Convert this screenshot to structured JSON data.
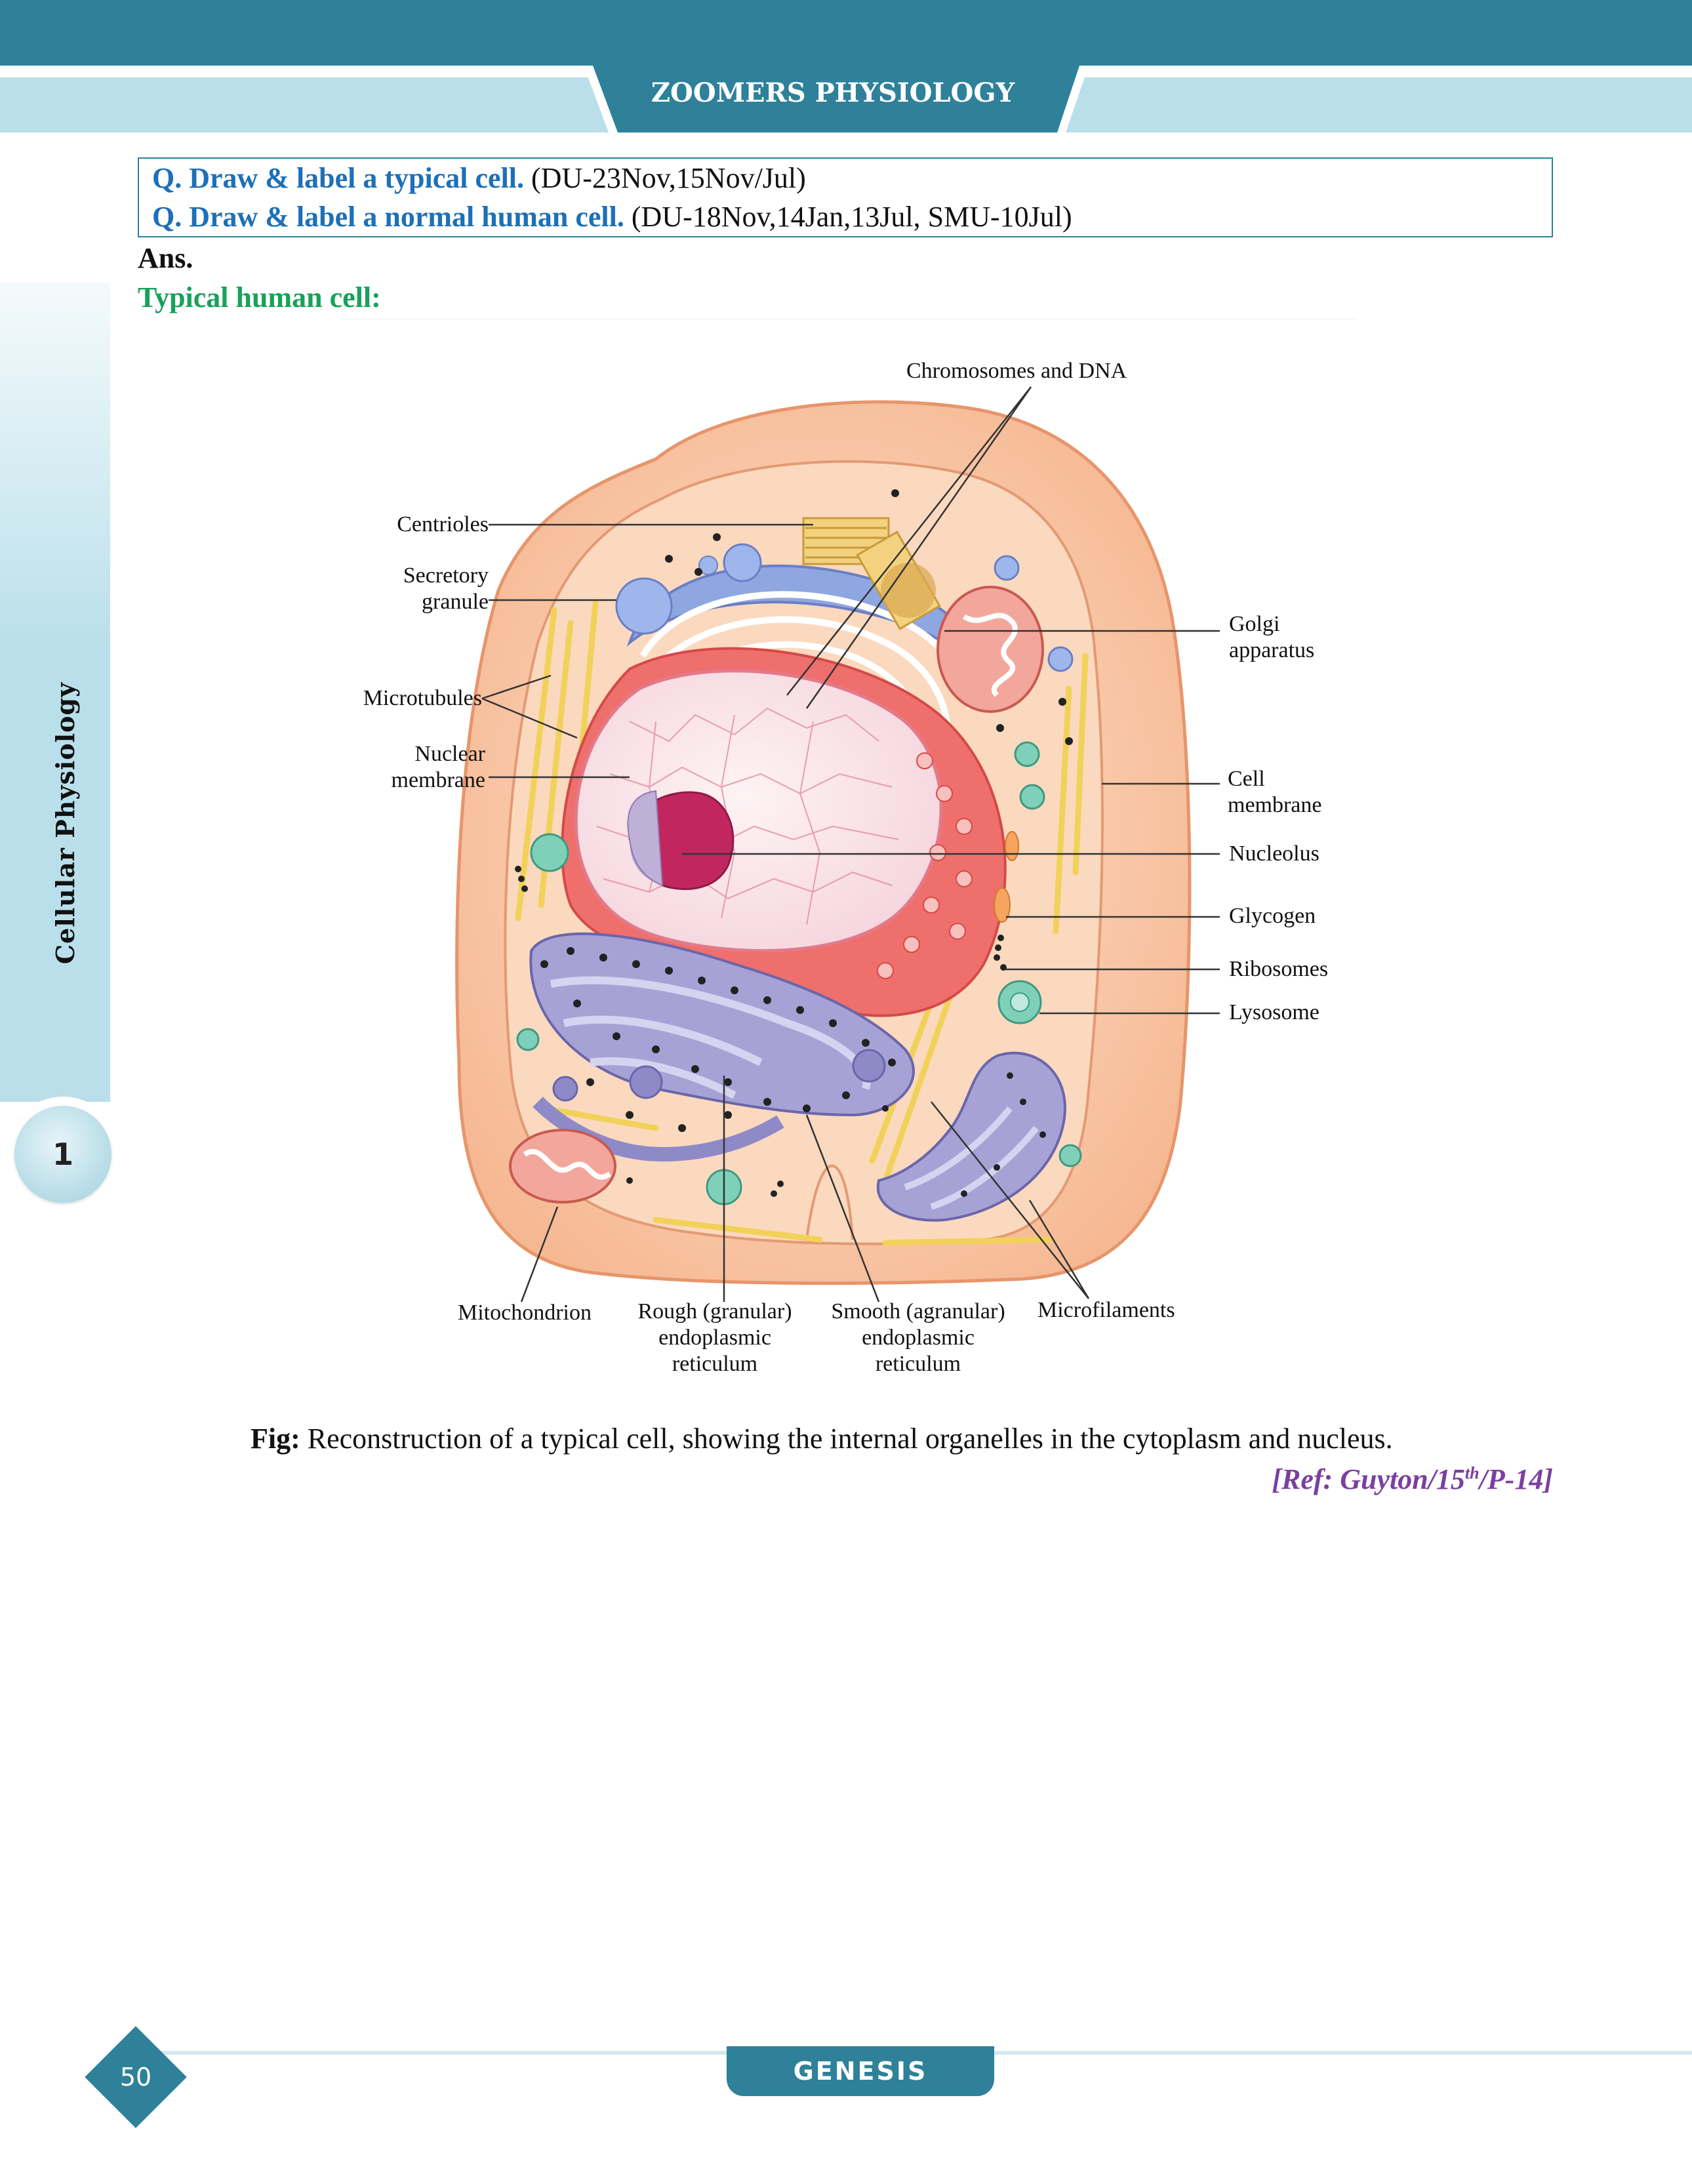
{
  "header": {
    "title": "ZOOMERS PHYSIOLOGY"
  },
  "side_tab": {
    "section": "Cellular Physiology",
    "chapter_number": "1"
  },
  "questions": [
    {
      "bold": "Q. Draw & label a typical cell.",
      "ref": " (DU-23Nov,15Nov/Jul)"
    },
    {
      "bold": "Q. Draw & label a normal human cell.",
      "ref": " (DU-18Nov,14Jan,13Jul, SMU-10Jul)"
    }
  ],
  "answer_label": "Ans.",
  "subheading": "Typical human cell:",
  "figure": {
    "labels": {
      "chromosomes": "Chromosomes and DNA",
      "centrioles": "Centrioles",
      "secretory_1": "Secretory",
      "secretory_2": "granule",
      "microtubules": "Microtubules",
      "nuclear_1": "Nuclear",
      "nuclear_2": "membrane",
      "golgi_1": "Golgi",
      "golgi_2": "apparatus",
      "cell_membrane_1": "Cell",
      "cell_membrane_2": "membrane",
      "nucleolus": "Nucleolus",
      "glycogen": "Glycogen",
      "ribosomes": "Ribosomes",
      "lysosome": "Lysosome",
      "mitochondrion": "Mitochondrion",
      "rough_er_1": "Rough (granular)",
      "rough_er_2": "endoplasmic",
      "rough_er_3": "reticulum",
      "smooth_er_1": "Smooth (agranular)",
      "smooth_er_2": "endoplasmic",
      "smooth_er_3": "reticulum",
      "microfilaments": "Microfilaments"
    },
    "caption_label": "Fig:",
    "caption_text": " Reconstruction of a typical cell, showing the internal organelles in the cytoplasm and nucleus.",
    "reference_pre": "[Ref: Guyton/15",
    "reference_sup": "th",
    "reference_post": "/P-14]"
  },
  "footer": {
    "brand": "GENESIS",
    "page_number": "50"
  },
  "colors": {
    "teal": "#2e8199",
    "light_blue": "#b9dfea",
    "question_blue": "#1d70b8",
    "subheading_green": "#18a15a",
    "reference_purple": "#7b3fa0"
  }
}
